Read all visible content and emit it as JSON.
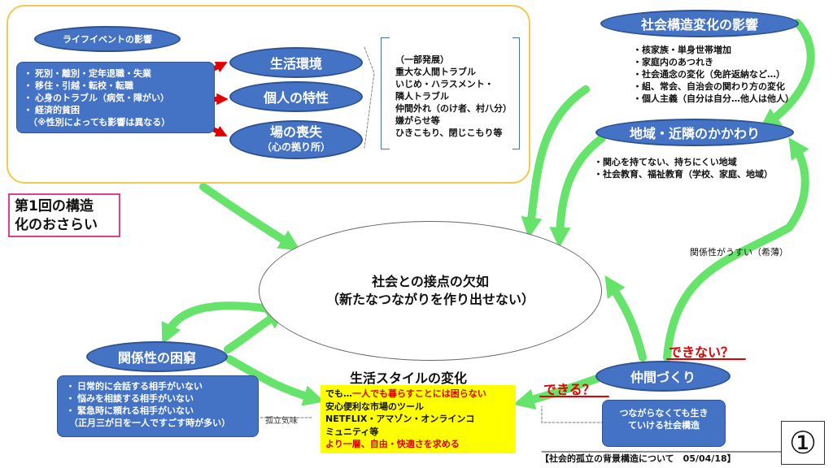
{
  "colors": {
    "node_blue": "#4472c4",
    "arrow_green": "#66e36b",
    "arrow_red": "#e00000",
    "highlight_yellow": "#ffff00",
    "recap_border": "#e0408a",
    "life_frame": "#f2c94c"
  },
  "life_events": {
    "title": "ライフイベントの影響",
    "items": [
      "死別・離別・定年退職・失業",
      "移住・引越・転校・転職",
      "心身のトラブル（病気・障がい）",
      "経済的貧困"
    ],
    "note": "（※性別によっても影響は異なる）"
  },
  "factors": {
    "living_env": "生活環境",
    "personal": "個人の特性",
    "loss_line1": "場の喪失",
    "loss_line2": "（心の拠り所）"
  },
  "troubles": {
    "lines": [
      "（一部発展）",
      "重大な人間トラブル",
      "いじめ・ハラスメント・",
      "隣人トラブル",
      "仲間外れ（のけ者、村八分）",
      "嫌がらせ等",
      "ひきこもり、閉じこもり等"
    ]
  },
  "recap": {
    "line1": "第1回の構造",
    "line2": "化のおさらい"
  },
  "social_change": {
    "title": "社会構造変化の影響",
    "items": [
      "核家族・単身世帯増加",
      "家庭内のあつれき",
      "社会通念の変化（免許返納など…）",
      "組、常会、自治会の関わり方の変化",
      "個人主義（自分は自分…他人は他人）"
    ]
  },
  "community": {
    "title": "地域・近隣のかかわり",
    "items": [
      "関心を持てない、持ちにくい地域",
      "社会教育、福祉教育（学校、家庭、地域）"
    ]
  },
  "weak_relation": "関係性がうすい（希薄）",
  "center": {
    "line1": "社会との接点の欠如",
    "line2": "（新たなつながりを作り出せない）"
  },
  "relation": {
    "title": "関係性の困窮",
    "items": [
      "日常的に会話する相手がいない",
      "悩みを相談する相手がいない",
      "緊急時に頼れる相手がいない"
    ],
    "note": "（正月三が日を一人ですごす時が多い）"
  },
  "isolation_label": "孤立気味",
  "lifestyle": {
    "title": "生活スタイルの変化",
    "line1_prefix": "でも…",
    "line1_red": "一人でも暮らすことには困らない",
    "line2": "安心便利な市場のツール",
    "line3": "NETFLIX・アマゾン・オンラインコ",
    "line4": "ミュニティ等",
    "line5": "より一層、自由・快適さを求める"
  },
  "nakama": {
    "title": "仲間づくり",
    "cannot": "できない？",
    "can": "できる？",
    "box_line1": "つながらなくても生き",
    "box_line2": "ていける社会構造"
  },
  "footer": {
    "caption": "【社会的孤立の背景構造について　05/04/18】",
    "page_number": "①"
  }
}
